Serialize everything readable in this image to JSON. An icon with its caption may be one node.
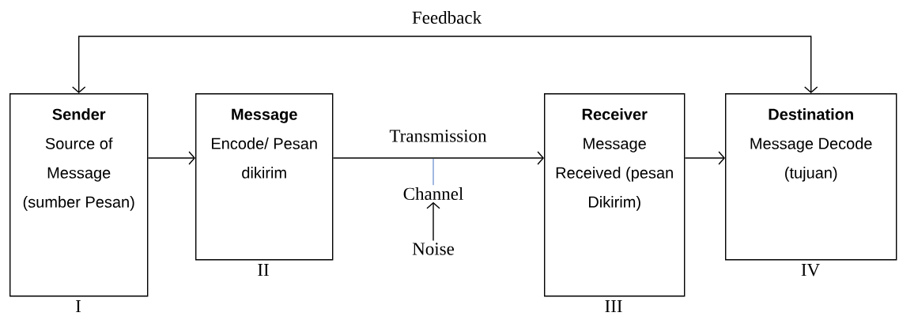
{
  "diagram": {
    "nodes": [
      {
        "text": [
          "Sender",
          "Source of Message (sumber Pesan)"
        ],
        "beside": [
          "I"
        ]
      },
      {
        "text": [
          "Message",
          "Encode/ Pesan dikirim"
        ],
        "beside": [
          "II"
        ]
      },
      {
        "text": [
          "Receiver",
          "Message Received (pesan Dikirim)"
        ],
        "beside": [
          "III"
        ]
      },
      {
        "text": [
          "Destination",
          "Message Decode (tujuan)"
        ],
        "beside": [
          "IV"
        ]
      },
      {
        "text": [
          "Channel"
        ]
      },
      {
        "text": [
          "Noise"
        ]
      }
    ],
    "edges": [
      {
        "from": 0,
        "to": 1,
        "arrow": "to"
      },
      {
        "from": 1,
        "to": 2,
        "arrow": "to",
        "label": "Transmission"
      },
      {
        "from": 2,
        "to": 3,
        "arrow": "to"
      },
      {
        "from": 3,
        "to": 0,
        "arrow": "both",
        "label": "Feedback"
      },
      {
        "from": 5,
        "to": 4,
        "arrow": "to"
      },
      {
        "from": 4,
        "to": null,
        "arrow": "none",
        "color": "#4472c4"
      }
    ]
  }
}
